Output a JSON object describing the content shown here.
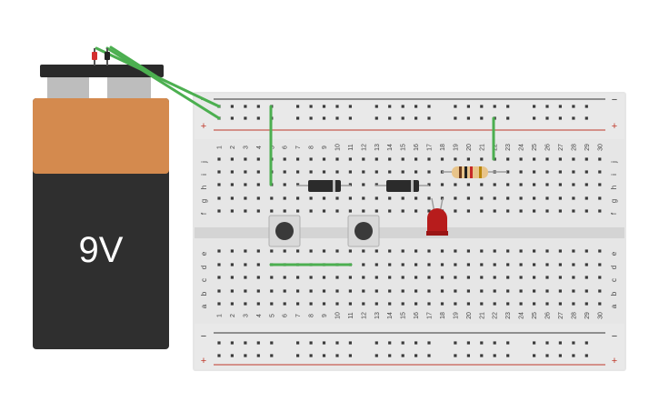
{
  "battery": {
    "label": "9V",
    "body_color": "#2f2f2f",
    "wrap_color": "#d48a4e",
    "terminal_color": "#bdbdbd",
    "cap_color": "#2a2a2a"
  },
  "breadboard": {
    "board_color": "#e6e6e6",
    "hole_color": "#3a3a3a",
    "rail_red": "#c0392b",
    "rail_black": "#333333",
    "plus_sign": "+",
    "minus_sign": "−",
    "column_numbers": [
      "1",
      "2",
      "3",
      "4",
      "5",
      "6",
      "7",
      "8",
      "9",
      "10",
      "11",
      "12",
      "13",
      "14",
      "15",
      "16",
      "17",
      "18",
      "19",
      "20",
      "21",
      "22",
      "23",
      "24",
      "25",
      "26",
      "27",
      "28",
      "29",
      "30"
    ],
    "row_letters_top": [
      "j",
      "i",
      "h",
      "g",
      "f"
    ],
    "row_letters_bottom": [
      "e",
      "d",
      "c",
      "b",
      "a"
    ]
  },
  "components": {
    "wire_color": "#4caf50",
    "diode_color": "#2b2b2b",
    "led_color": "#b71c1c",
    "resistor_color": "#e8c48a",
    "button_color": "#d9d9d9",
    "lead_red": "#d32f2f",
    "lead_black": "#222222"
  }
}
